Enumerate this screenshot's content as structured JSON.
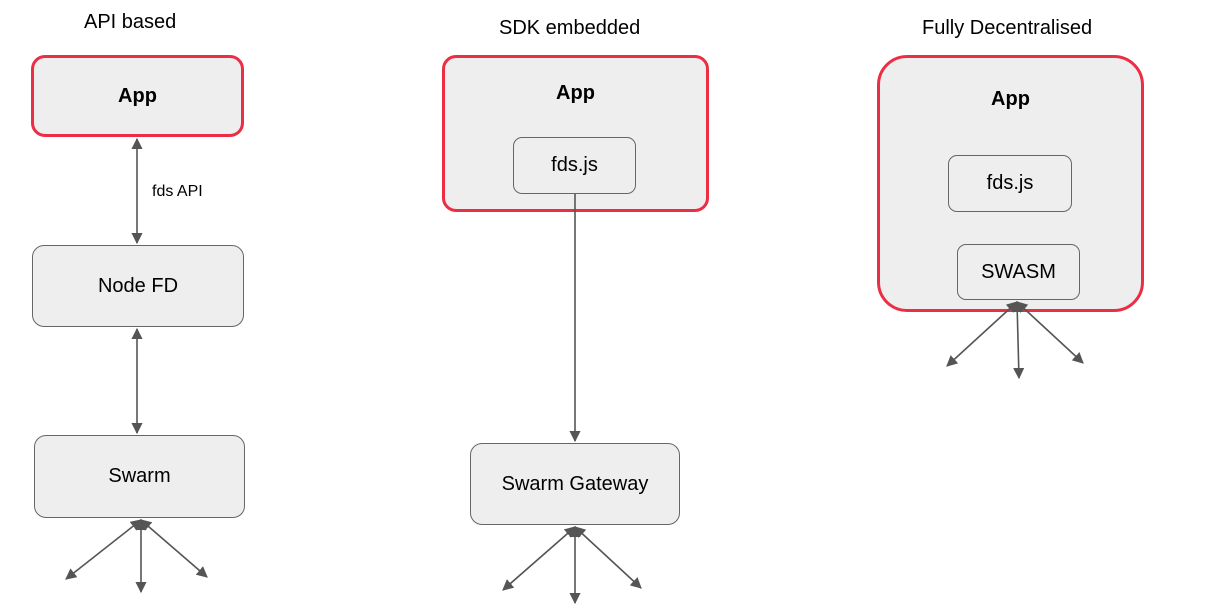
{
  "columns": [
    {
      "title": "API based",
      "app": "App",
      "edge_label": "fds API",
      "middle": "Node FD",
      "bottom": "Swarm"
    },
    {
      "title": "SDK embedded",
      "app": "App",
      "inner": "fds.js",
      "bottom": "Swarm Gateway"
    },
    {
      "title": "Fully Decentralised",
      "app": "App",
      "inner": "fds.js",
      "inner2": "SWASM"
    }
  ],
  "colors": {
    "accent_border": "#ec2e44",
    "box_fill": "#eeeeee",
    "box_border": "#666666",
    "arrow": "#555555"
  }
}
